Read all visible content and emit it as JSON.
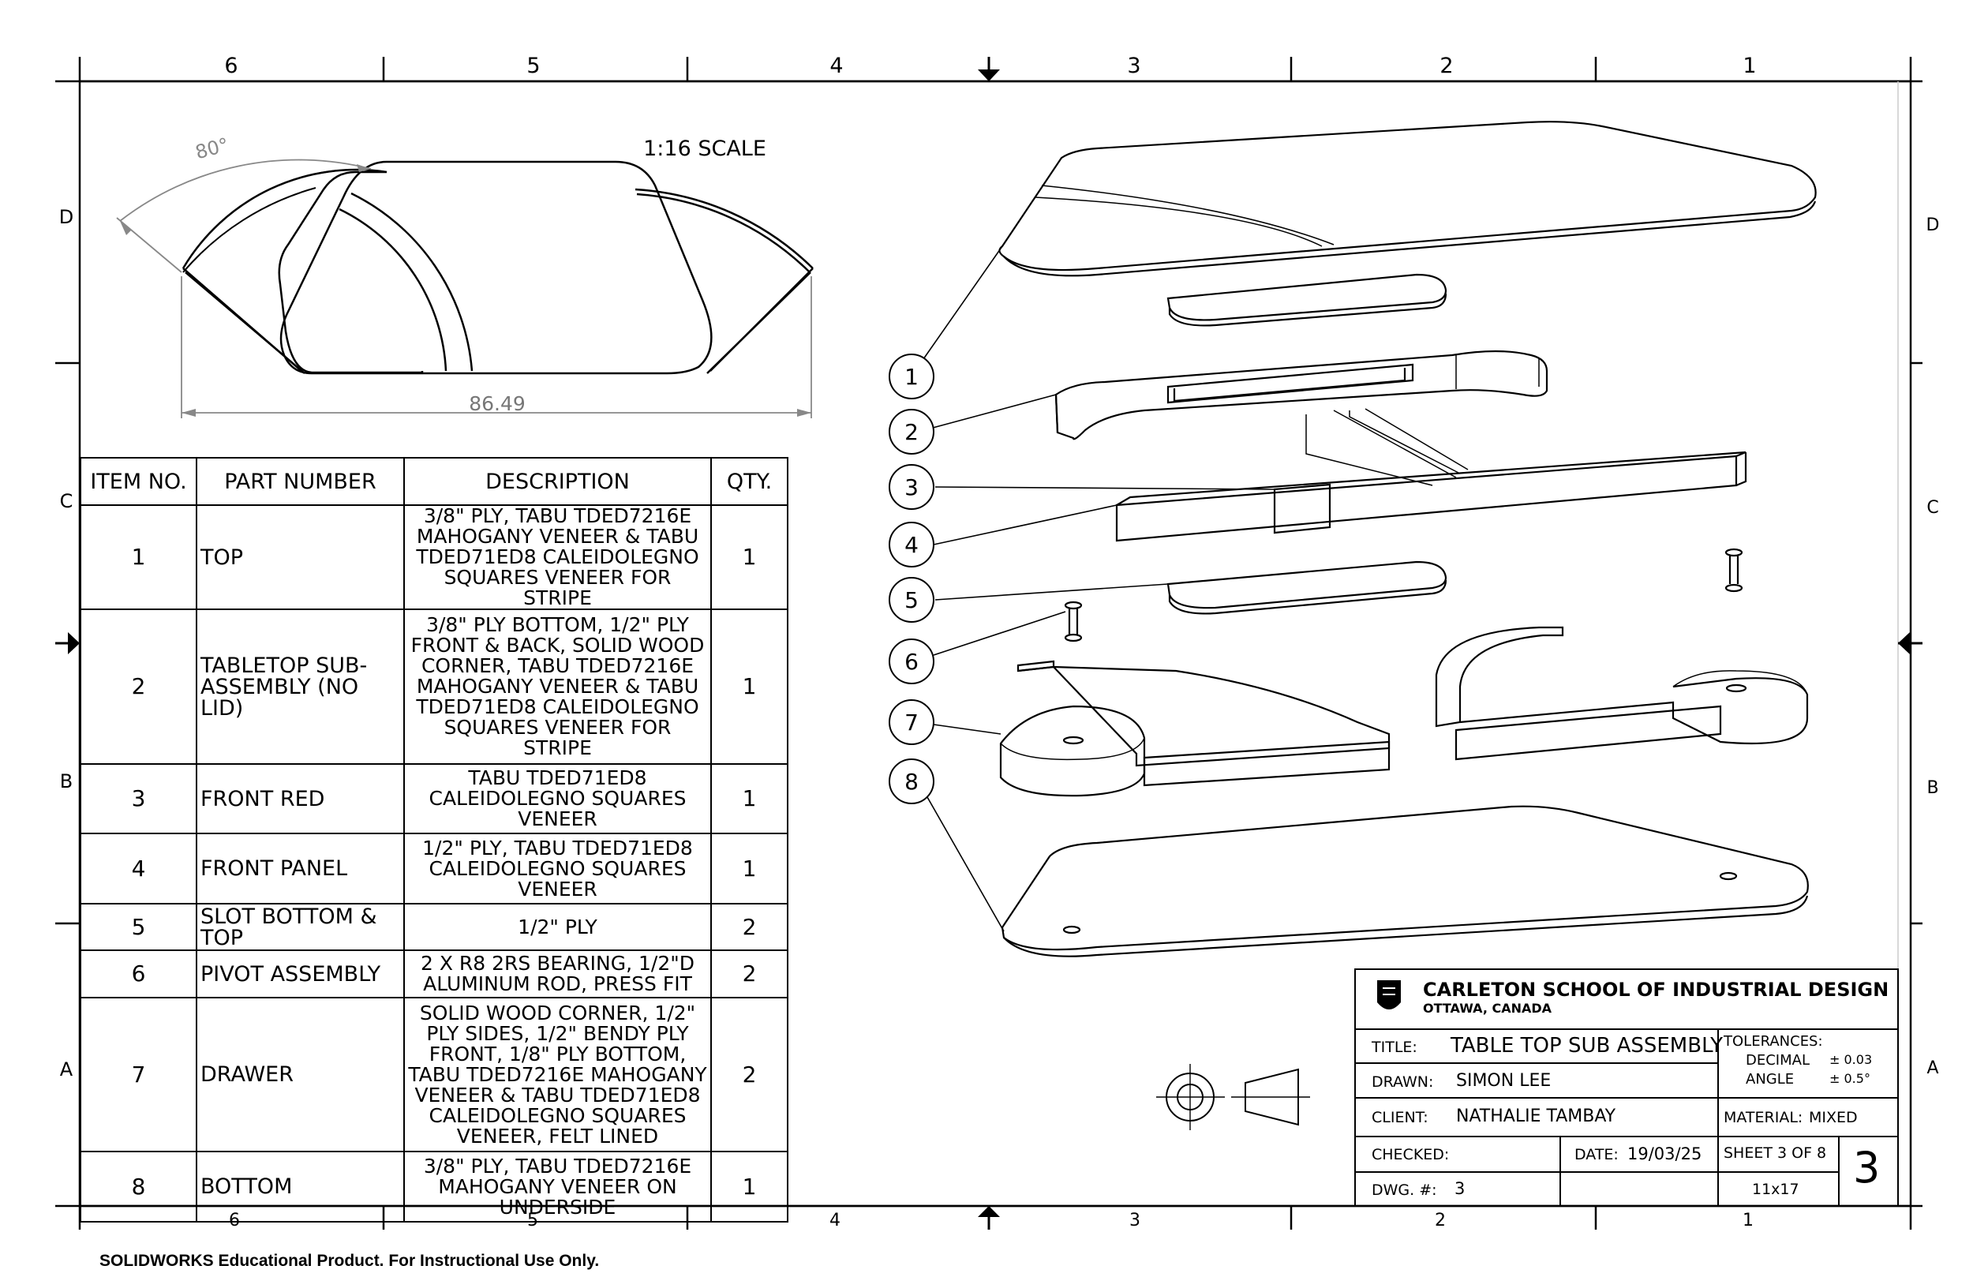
{
  "zones": {
    "columns": [
      "6",
      "5",
      "4",
      "3",
      "2",
      "1"
    ],
    "rows": [
      "D",
      "C",
      "B",
      "A"
    ]
  },
  "detail_view": {
    "scale_label": "1:16 SCALE",
    "angle_dim": "80°",
    "width_dim": "86.49"
  },
  "bom": {
    "headers": [
      "ITEM NO.",
      "PART NUMBER",
      "DESCRIPTION",
      "QTY."
    ],
    "rows": [
      {
        "item": "1",
        "part": "TOP",
        "desc": "3/8\" PLY, TABU TDED7216E MAHOGANY VENEER & TABU TDED71ED8 CALEIDOLEGNO SQUARES VENEER FOR STRIPE",
        "qty": "1"
      },
      {
        "item": "2",
        "part": "TABLETOP SUB-ASSEMBLY (NO LID)",
        "desc": "3/8\" PLY BOTTOM, 1/2\" PLY FRONT & BACK, SOLID WOOD CORNER, TABU TDED7216E MAHOGANY VENEER & TABU TDED71ED8 CALEIDOLEGNO  SQUARES VENEER FOR STRIPE",
        "qty": "1"
      },
      {
        "item": "3",
        "part": "FRONT RED",
        "desc": "TABU TDED71ED8 CALEIDOLEGNO  SQUARES VENEER",
        "qty": "1"
      },
      {
        "item": "4",
        "part": "FRONT PANEL",
        "desc": "1/2\" PLY, TABU TDED71ED8 CALEIDOLEGNO  SQUARES VENEER",
        "qty": "1"
      },
      {
        "item": "5",
        "part": "SLOT BOTTOM & TOP",
        "desc": "1/2\" PLY",
        "qty": "2"
      },
      {
        "item": "6",
        "part": "PIVOT ASSEMBLY",
        "desc": "2 X R8 2RS BEARING, 1/2\"D ALUMINUM ROD, PRESS FIT",
        "qty": "2"
      },
      {
        "item": "7",
        "part": "DRAWER",
        "desc": "SOLID WOOD CORNER, 1/2\" PLY SIDES, 1/2\" BENDY PLY FRONT, 1/8\" PLY BOTTOM, TABU TDED7216E MAHOGANY VENEER & TABU TDED71ED8 CALEIDOLEGNO SQUARES VENEER, FELT LINED",
        "qty": "2"
      },
      {
        "item": "8",
        "part": "BOTTOM",
        "desc": "3/8\" PLY, TABU TDED7216E MAHOGANY VENEER ON UNDERSIDE",
        "qty": "1"
      }
    ]
  },
  "balloons": [
    "1",
    "2",
    "3",
    "4",
    "5",
    "6",
    "7",
    "8"
  ],
  "title_block": {
    "school": "CARLETON SCHOOL OF INDUSTRIAL DESIGN",
    "location": "OTTAWA, CANADA",
    "title_label": "TITLE:",
    "title": "TABLE TOP SUB ASSEMBLY",
    "drawn_label": "DRAWN:",
    "drawn": "SIMON LEE",
    "client_label": "CLIENT:",
    "client": "NATHALIE TAMBAY",
    "checked_label": "CHECKED:",
    "date_label": "DATE:",
    "date": "19/03/25",
    "dwg_label": "DWG. #:",
    "dwg": "3",
    "tolerances_label": "TOLERANCES:",
    "decimal_label": "DECIMAL",
    "decimal_tol": "± 0.03",
    "angle_label": "ANGLE",
    "angle_tol": "± 0.5°",
    "material_label": "MATERIAL:",
    "material": "MIXED",
    "sheet": "SHEET 3 OF 8",
    "paper": "11x17",
    "sheet_number": "3"
  },
  "footer": "SOLIDWORKS Educational Product. For Instructional Use Only."
}
